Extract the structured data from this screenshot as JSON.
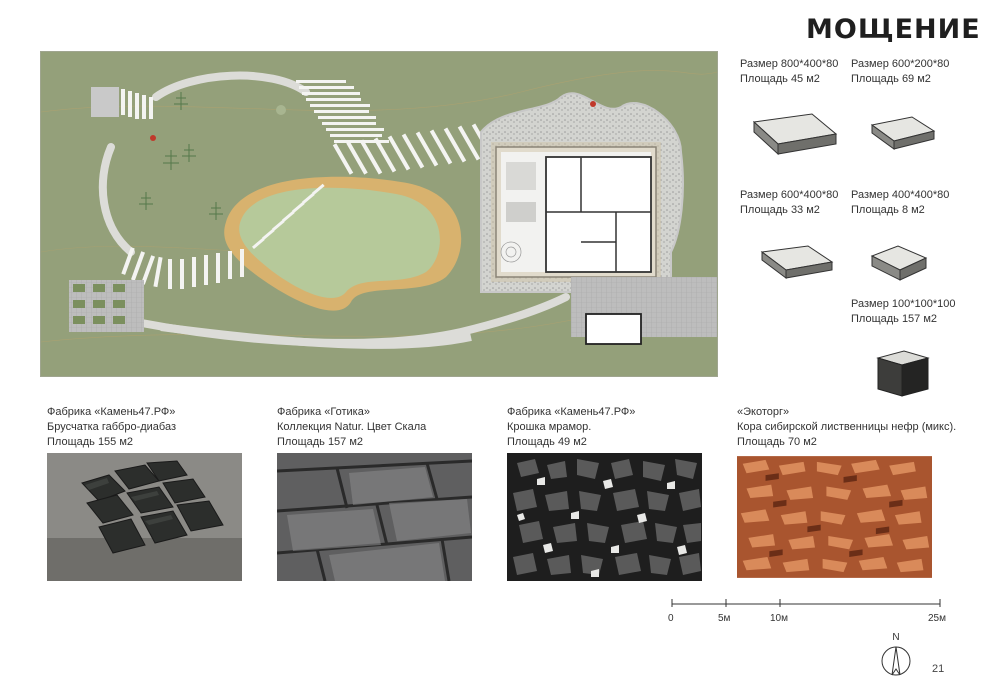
{
  "page": {
    "title": "МОЩЕНИЕ",
    "page_number": "21"
  },
  "tiles": [
    {
      "size": "Размер 800*400*80",
      "area": "Площадь 45 м2"
    },
    {
      "size": "Размер 600*200*80",
      "area": "Площадь 69 м2"
    },
    {
      "size": "Размер 600*400*80",
      "area": "Площадь 33 м2"
    },
    {
      "size": "Размер 400*400*80",
      "area": "Площадь 8 м2"
    },
    {
      "size": "Размер 100*100*100",
      "area": "Площадь 157 м2"
    }
  ],
  "materials": [
    {
      "maker": "Фабрика «Камень47.РФ»",
      "name": "Брусчатка габбро-диабаз",
      "area": "Площадь 155 м2"
    },
    {
      "maker": "Фабрика «Готика»",
      "name": "Коллекция Natur. Цвет Скала",
      "area": "Площадь 157 м2"
    },
    {
      "maker": "Фабрика «Камень47.РФ»",
      "name": "Крошка мрамор.",
      "area": "Площадь 49 м2"
    },
    {
      "maker": "«Экоторг»",
      "name": "Кора сибирской лиственницы нефр (микс).",
      "area": "Площадь 70 м2"
    }
  ],
  "scale_bar": {
    "labels": [
      "0",
      "5м",
      "10м",
      "25м"
    ]
  },
  "north_label": "N",
  "colors": {
    "lawn": "#94a07a",
    "lawn_light": "#b6c99a",
    "sand": "#d8b26e",
    "paving": "#e3e4e1",
    "tiles_dark": "#3a3a3a"
  }
}
